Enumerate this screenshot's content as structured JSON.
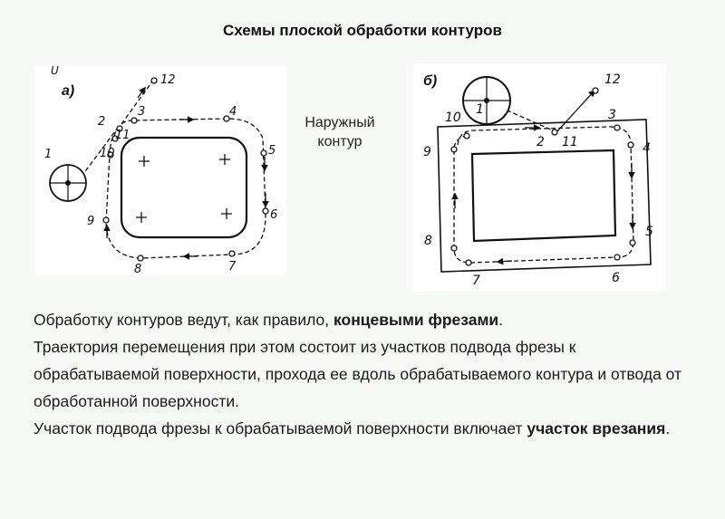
{
  "title": "Схемы плоской обработки контуров",
  "caption": {
    "line1": "Наружный",
    "line2": "контур"
  },
  "diagram_a": {
    "label": "а)",
    "corner_mark": "U",
    "points": [
      "1",
      "2",
      "3",
      "4",
      "5",
      "6",
      "7",
      "8",
      "9",
      "10",
      "11",
      "12"
    ]
  },
  "diagram_b": {
    "label": "б)",
    "points": [
      "1",
      "2",
      "3",
      "4",
      "5",
      "6",
      "7",
      "8",
      "9",
      "10",
      "11",
      "12"
    ]
  },
  "body": {
    "s1_pre": "Обработку контуров ведут, как правило, ",
    "s1_bold": "концевыми фрезами",
    "s1_post": ".",
    "s2": "Траектория перемещения при этом состоит из участков подвода фрезы к обрабатываемой поверхности, прохода ее вдоль обрабатываемого контура и отвода от обработанной поверхности.",
    "s3": "Участок подвода фрезы к обрабатываемой поверхности включает ",
    "s3_bold": "участок врезания",
    "s3_post": "."
  }
}
